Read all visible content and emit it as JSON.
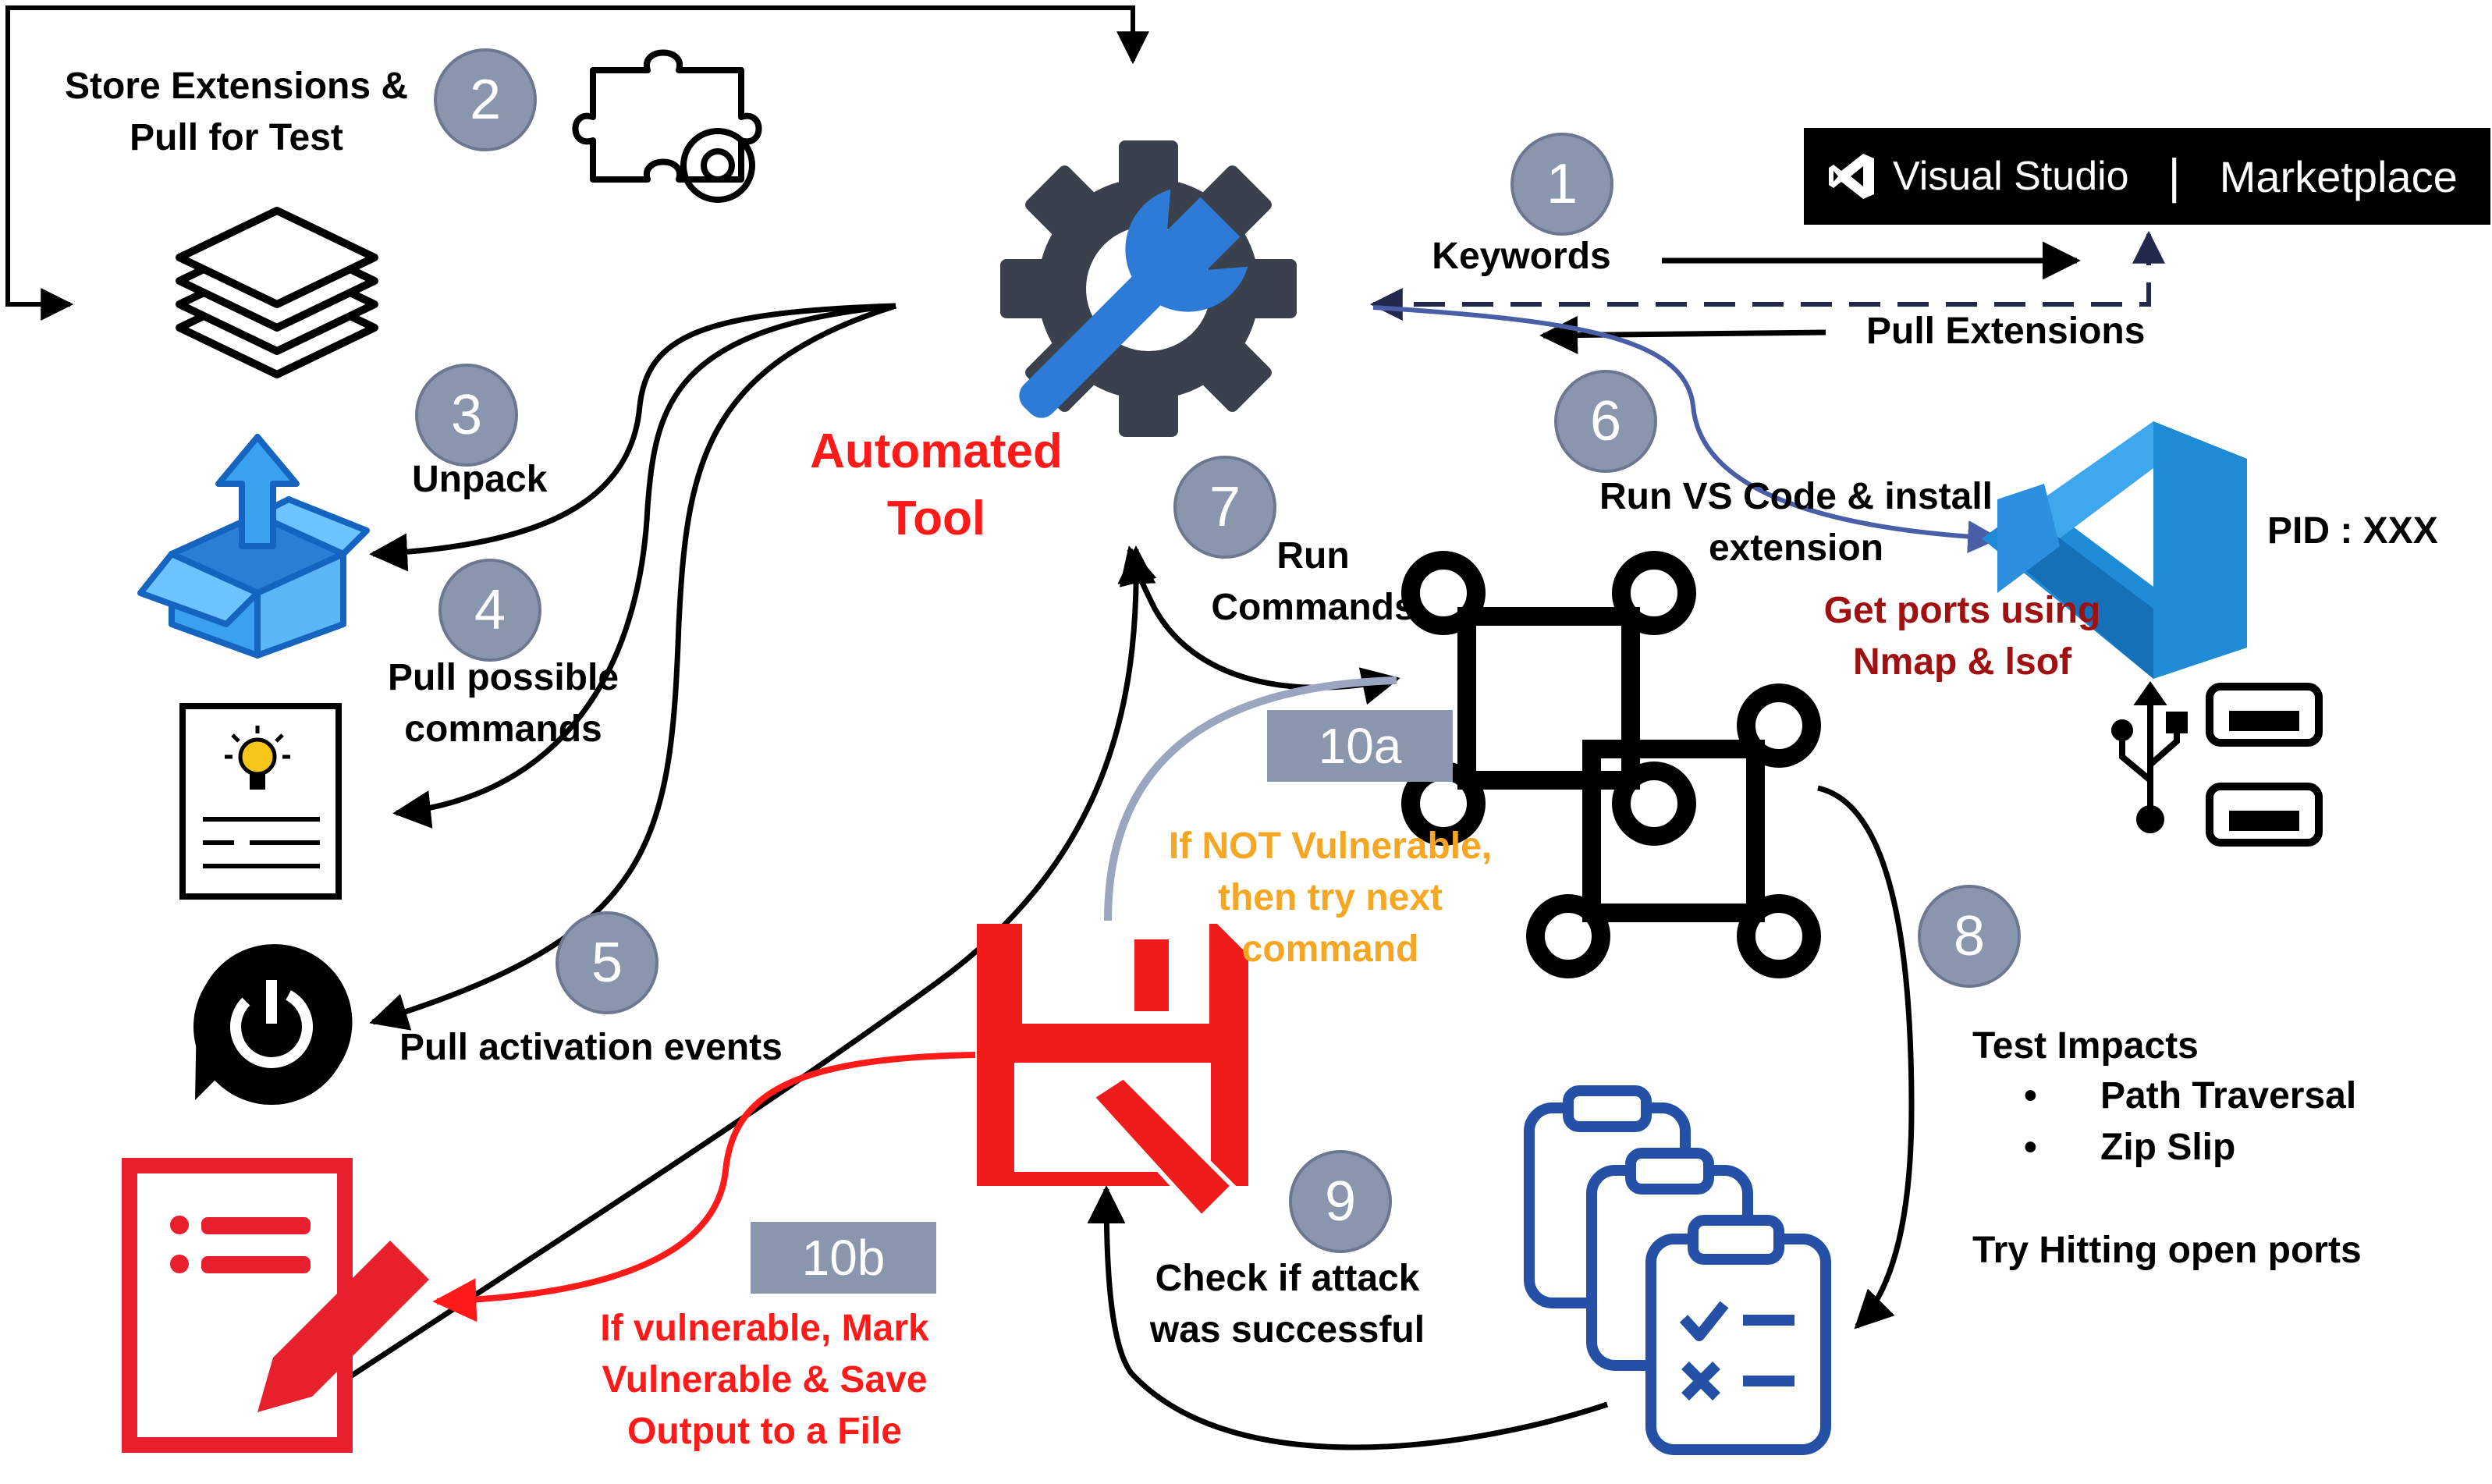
{
  "colors": {
    "step_circle": "#8a96ae",
    "tag_box": "#8a96ae",
    "tool_red": "#ff1a1a",
    "dark_red": "#a01010",
    "orange": "#f5a623",
    "gear_dark": "#3a414c",
    "wrench_blue": "#2d7bd6",
    "box_blue": "#3aa0f0",
    "clipboard_blue": "#2451a6",
    "path_blue": "#4a5ea8",
    "path_gray": "#9aa6c0",
    "vscode_blue": "#1f8ad6"
  },
  "central_tool": {
    "label": [
      "Automated",
      "Tool"
    ],
    "icon": "gear-wrench-icon"
  },
  "marketplace": {
    "brand": "Visual Studio",
    "separator": "|",
    "name": "Marketplace",
    "icon": "visual-studio-logo-icon"
  },
  "steps": [
    {
      "number": "1",
      "label": [
        "Keywords"
      ]
    },
    {
      "number": "2",
      "label": [
        "Store Extensions &",
        "Pull for Test"
      ]
    },
    {
      "number": "3",
      "label": [
        "Unpack"
      ]
    },
    {
      "number": "4",
      "label": [
        "Pull possible",
        "commands"
      ]
    },
    {
      "number": "5",
      "label": [
        "Pull activation events"
      ]
    },
    {
      "number": "6",
      "label": [
        "Run VS Code  & install",
        "extension"
      ]
    },
    {
      "number": "7",
      "label": [
        "Run",
        "Commands"
      ]
    },
    {
      "number": "8",
      "label": [
        "Test Impacts"
      ]
    },
    {
      "number": "9",
      "label": [
        "Check if attack",
        "was successful"
      ]
    }
  ],
  "pull_extensions": "Pull Extensions",
  "vscode": {
    "pid": "PID : XXX",
    "ports": [
      "Get ports using",
      "Nmap & lsof"
    ],
    "icon": "vscode-logo-icon"
  },
  "test_impacts": {
    "items": [
      "Path Traversal",
      "Zip Slip"
    ],
    "bullet": "•",
    "footer": "Try Hitting open ports"
  },
  "branch_a": {
    "tag": "10a",
    "label": [
      "If NOT Vulnerable,",
      "then try next",
      "command"
    ]
  },
  "branch_b": {
    "tag": "10b",
    "label": [
      "If vulnerable, Mark",
      "Vulnerable & Save",
      "Output to a File"
    ]
  },
  "icons": [
    "puzzle-gear-icon",
    "stacked-layers-icon",
    "open-box-upload-icon",
    "document-lightbulb-icon",
    "power-button-icon",
    "command-key-icon",
    "usb-icon",
    "port-slot-icon",
    "floppy-disk-edit-icon",
    "clipboard-checklist-icon",
    "report-edit-icon"
  ]
}
